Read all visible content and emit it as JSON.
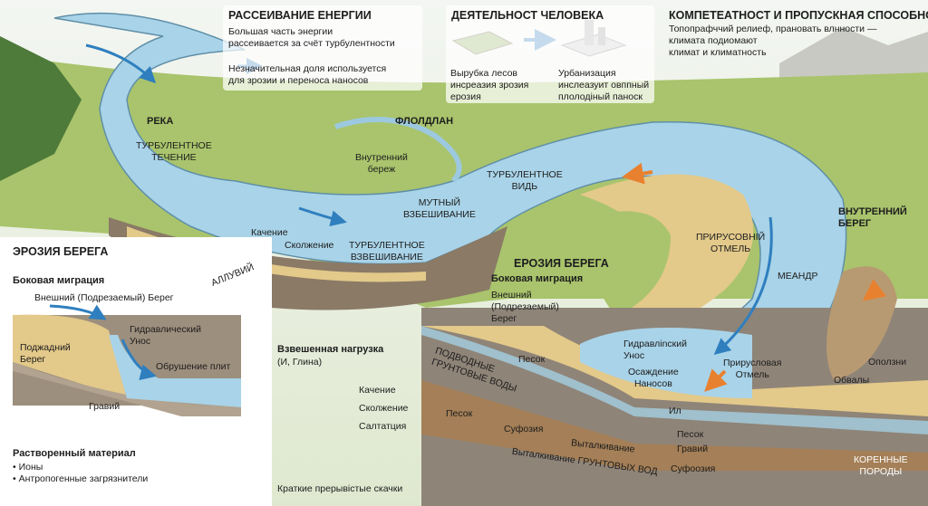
{
  "energy": {
    "title": "РАССЕИВАНИЕ ЕНЕРГИИ",
    "line1": "Большая часть энергии",
    "line2": "рассеивается за счёт турбулентности",
    "line3": "Незначительная доля используется",
    "line4": "для зрозии и переноса наносов"
  },
  "human": {
    "title": "ДЕЯТЕЛЬНОСТ ЧЕЛОВЕКА",
    "deforest": [
      "Вырубка лесов",
      "инсреазия зрозия",
      "ерозия"
    ],
    "urban": [
      "Урбанизация",
      "инслеазуит овппный",
      "плолодіный паноск"
    ]
  },
  "competence": {
    "title": "КОМПЕТЕАТНОСТ И ПРОПУСКНАЯ СПОСОБНОСТ",
    "lines": [
      "Топопрафччий релиеф, прановать влнности —",
      "климата подиомают",
      "климат и климатность"
    ]
  },
  "river": {
    "reka": "РЕКА",
    "turb_flow": [
      "ТУРБУЛЕНТНОЕ",
      "ТЕЧЕНИЕ"
    ],
    "floodplain": "ФЛОЛДЛАН",
    "inner_bank": [
      "Внутренний",
      "береж"
    ],
    "turb_vid": [
      "ТУРБУЛЕНТНОЕ",
      "ВИДЬ"
    ],
    "muddy": [
      "МУТНЫЙ",
      "ВЗБЕШИВАНИЕ"
    ],
    "rolling": "Качение",
    "sliding": "Сколжение",
    "turb_susp": [
      "ТУРБУЛЕНТНОЕ",
      "ВЗВЕШИВАНИЕ"
    ],
    "alluvium": "АЛЛУВИЙ"
  },
  "left_inset": {
    "title": "ЭРОЗИЯ БЕРЕГА",
    "lateral": "Боковая миграция",
    "outer": "Внешний (Подрезаемый) Берег",
    "hydraulic": [
      "Гидравлический",
      "Унос"
    ],
    "under": [
      "Поджадний",
      "Берег"
    ],
    "collapse": "Обрушение плит",
    "gravel": "Гравий",
    "dissolved": "Растворенный материал",
    "ions": "• Ионы",
    "pollutants": "• Антропогенные загрязнители"
  },
  "load": {
    "title": "Взвешенная нагрузка",
    "sub": "(И, Глина)",
    "rolling": "Качение",
    "sliding": "Сколжение",
    "saltation": "Салтатция",
    "hops": "Краткие прерывістые скачки"
  },
  "cross": {
    "title": "ЕРОЗИЯ БЕРЕГА",
    "lateral": "Боковая миграция",
    "outer": [
      "Внешний",
      "(Подрезаемый)",
      "Берег"
    ],
    "sand1": "Песок",
    "groundwater": [
      "ПОДВОДНЫЕ",
      "ГРУНТОВЫЕ ВОДЫ"
    ],
    "sand2": "Песок",
    "suffosion": "Суфозия",
    "push": "Выталкивание",
    "push_gw": "Выталкивание ГРУНТОВЫХ ВОД",
    "hydraulic": [
      "Гидравлinский",
      "Унос"
    ],
    "deposition": [
      "Осаждение",
      "Наносов"
    ],
    "silt": "Ил",
    "sand3": "Песок",
    "gravel": "Гравий",
    "suffosion2": "Суфоозия"
  },
  "meander": {
    "point_bar": [
      "ПРИРУСОВНІЙ",
      "ОТМЕЛЬ"
    ],
    "meander": "МЕАНДР",
    "channel_bar": [
      "Прирусловая",
      "Отмель"
    ],
    "inner_bank": [
      "ВНУТРЕННИЙ",
      "БЕРЕГ"
    ],
    "landslides": "Оползни",
    "rockfalls": "Обвалы",
    "bedrock": [
      "КОРЕННЫЕ",
      "ПОРОДЫ"
    ]
  },
  "colors": {
    "water": "#a9d3e8",
    "arrow": "#2f7fbf",
    "grass": "#a9c46c",
    "sand": "#e3c98a",
    "soil": "#a47f57",
    "rock": "#8f8478",
    "orange": "#e8812f"
  }
}
